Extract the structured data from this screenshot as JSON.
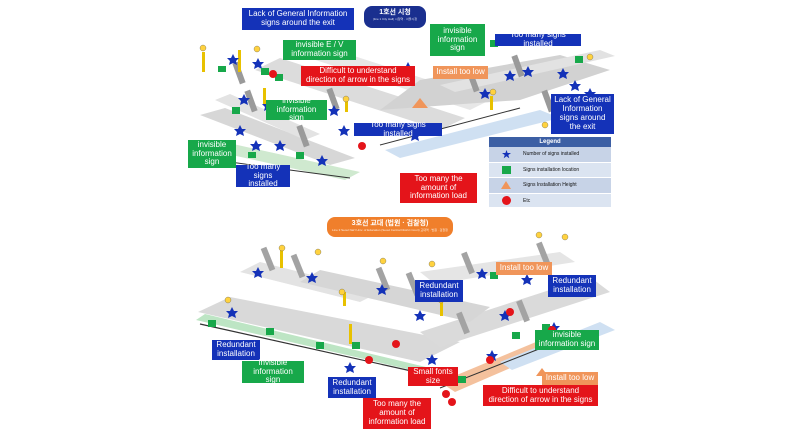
{
  "top_panel": {
    "station_title": {
      "name": "1호선 시청",
      "sub": "(line 1 City Hall) 시청역 · 서울시청"
    },
    "callouts": {
      "lack_info_top": "Lack of General Information signs around the exit",
      "invisible_ev": "invisible E / V information sign",
      "difficult_arrow": "Difficult to understand direction of arrow in the signs",
      "invisible_info_right": "invisible information sign",
      "too_many_top_right": "Too many signs installed",
      "install_too_low": "Install too low",
      "lack_info_right": "Lack of General Information signs around the exit",
      "invisible_info_mid": "invisible information sign",
      "too_many_mid": "Too many signs installed",
      "invisible_info_left": "invisible information sign",
      "too_many_left": "Too many signs installed",
      "too_many_amount": "Too many the amount of information load"
    },
    "legend": {
      "title": "Legend",
      "items": [
        {
          "label": "Number of signs installed",
          "symbol": "blue-star"
        },
        {
          "label": "Signs installation location",
          "symbol": "green-square"
        },
        {
          "label": "Signs Installation Height",
          "symbol": "orange-triangle"
        },
        {
          "label": "Etc",
          "symbol": "red-circle"
        }
      ]
    }
  },
  "bottom_panel": {
    "station_title": {
      "name": "3호선 교대 (법원 · 검찰청)",
      "sub": "Line 3 Seoul Nat'l Univ. of Education (Seoul Central District Court) 교대역 · 법원 · 검찰청"
    },
    "callouts": {
      "install_too_low_1": "Install too low",
      "redundant_right": "Redundant installation",
      "redundant_top": "Redundant installation",
      "invisible_info_right": "invisible information sign",
      "redundant_left": "Redundant installation",
      "invisible_info_center": "invisible information sign",
      "redundant_center": "Redundant installation",
      "small_fonts": "Small fonts size",
      "install_too_low_2": "Install too low",
      "difficult_arrow": "Difficult to understand direction of arrow in the signs",
      "too_many_amount": "Too many the amount of information load"
    }
  },
  "colors": {
    "blue": "#1432b8",
    "green": "#17a84a",
    "red": "#e4141a",
    "orange": "#f0955a",
    "legend_header": "#3c5fa4",
    "station_title_top": "#1a2f8f",
    "station_title_bottom": "#f07f2b"
  }
}
